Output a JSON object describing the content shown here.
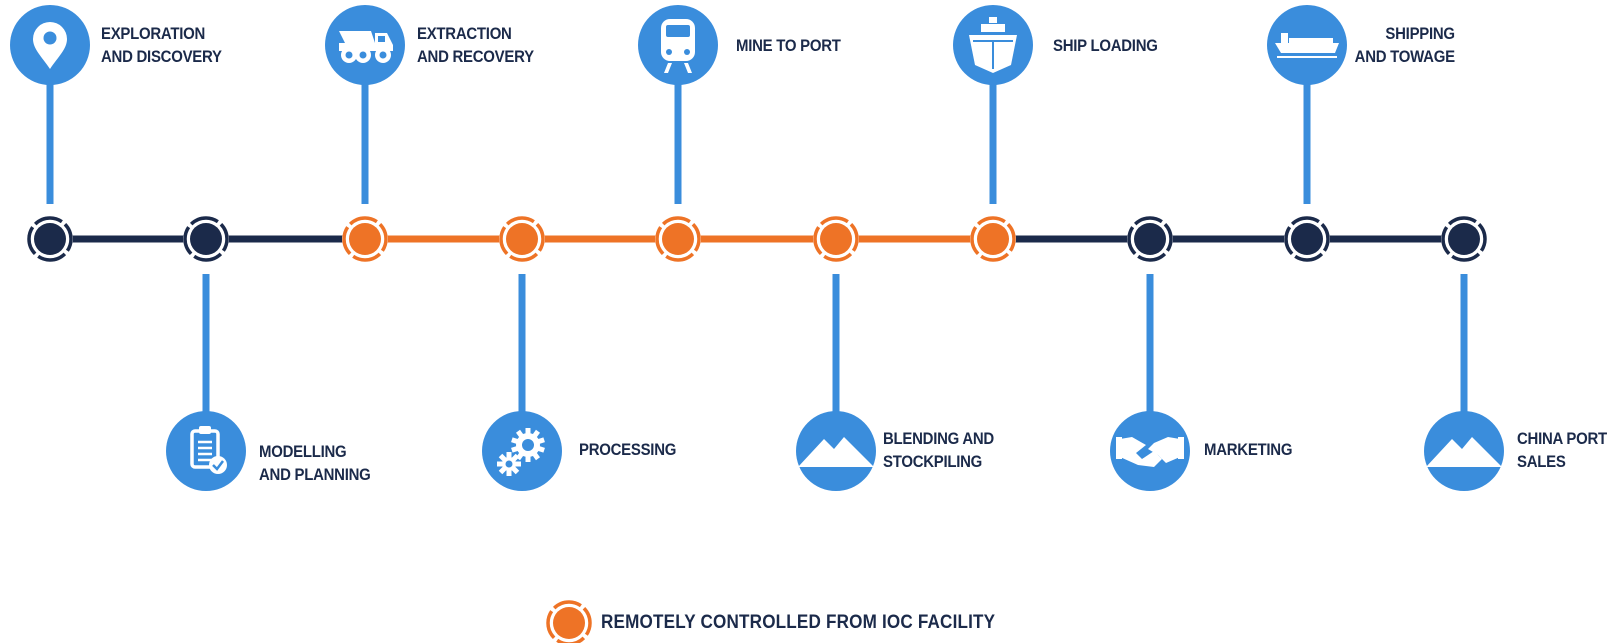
{
  "colors": {
    "blue": "#3a8ddc",
    "navy": "#1b2a4a",
    "orange": "#ee7326",
    "white": "#ffffff"
  },
  "steps": [
    {
      "label": "EXPLORATION\nAND DISCOVERY",
      "icon": "location-pin-icon",
      "position": "top",
      "remote": false
    },
    {
      "label": "MODELLING\nAND PLANNING",
      "icon": "clipboard-check-icon",
      "position": "bottom",
      "remote": false
    },
    {
      "label": "EXTRACTION\nAND RECOVERY",
      "icon": "haul-truck-icon",
      "position": "top",
      "remote": true
    },
    {
      "label": "PROCESSING",
      "icon": "gears-icon",
      "position": "bottom",
      "remote": true
    },
    {
      "label": "MINE TO PORT",
      "icon": "train-icon",
      "position": "top",
      "remote": true
    },
    {
      "label": "BLENDING AND\nSTOCKPILING",
      "icon": "mountain-icon",
      "position": "bottom",
      "remote": true
    },
    {
      "label": "SHIP LOADING",
      "icon": "ship-front-icon",
      "position": "top",
      "remote": true
    },
    {
      "label": "MARKETING",
      "icon": "handshake-icon",
      "position": "bottom",
      "remote": false
    },
    {
      "label": "SHIPPING\nAND TOWAGE",
      "icon": "cargo-ship-icon",
      "position": "top",
      "remote": false
    },
    {
      "label": "CHINA PORT\nSALES",
      "icon": "mountain-icon",
      "position": "bottom",
      "remote": false
    }
  ],
  "legend": {
    "label": "REMOTELY CONTROLLED FROM IOC FACILITY",
    "icon": "orange-node-icon"
  }
}
